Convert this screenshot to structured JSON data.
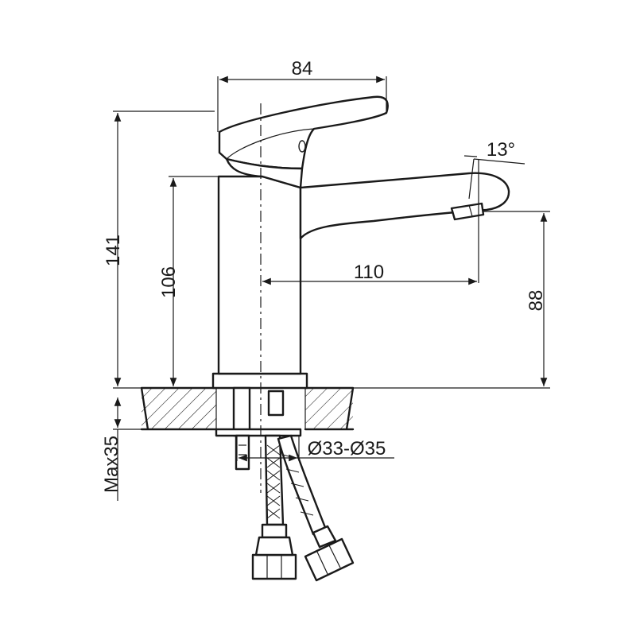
{
  "dimensions": {
    "width_top": "84",
    "total_height": "141",
    "body_height": "106",
    "spout_reach": "110",
    "spout_height": "88",
    "spout_angle": "13°",
    "mount_hole": "Ø33-Ø35",
    "max_counter": "Max35"
  },
  "colors": {
    "line": "#1a1a1a",
    "background": "#ffffff"
  }
}
